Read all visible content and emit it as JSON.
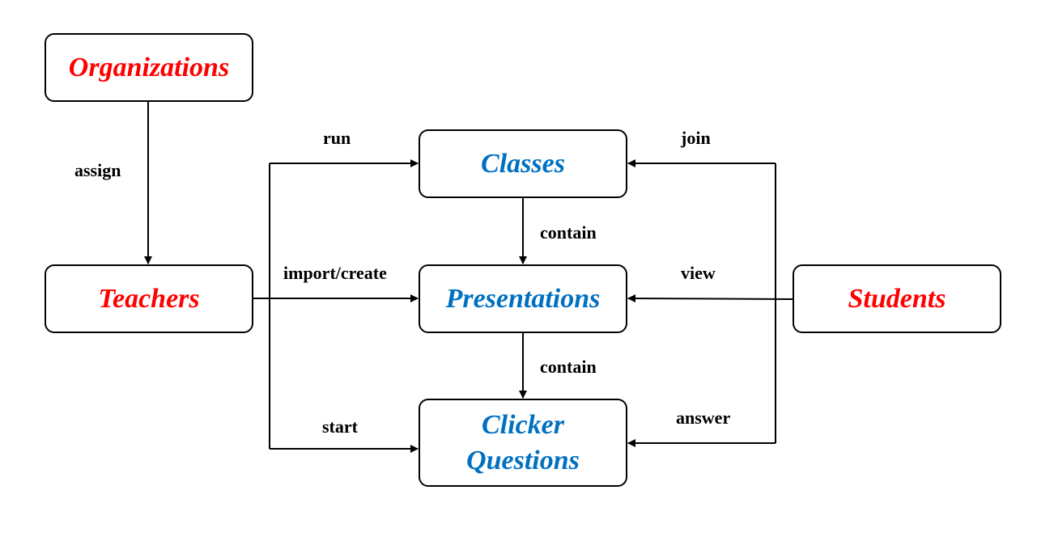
{
  "nodes": {
    "organizations": "Organizations",
    "teachers": "Teachers",
    "classes": "Classes",
    "presentations": "Presentations",
    "clicker_line1": "Clicker",
    "clicker_line2": "Questions",
    "students": "Students"
  },
  "edges": {
    "assign": "assign",
    "run": "run",
    "import_create": "import/create",
    "start": "start",
    "contain_classes_presentations": "contain",
    "contain_presentations_questions": "contain",
    "join": "join",
    "view": "view",
    "answer": "answer"
  },
  "colors": {
    "actor": "#ff0000",
    "entity": "#0070c0",
    "line": "#000000"
  }
}
